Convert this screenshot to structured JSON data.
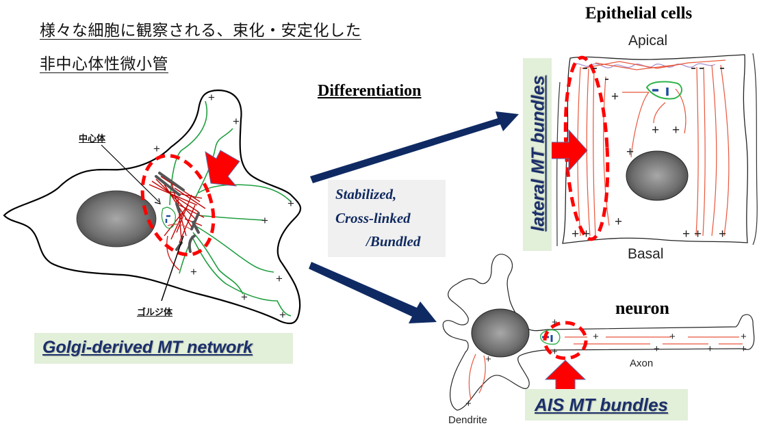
{
  "title": {
    "line1": "様々な細胞に観察される、束化・安定化した",
    "line2": "非中心体性微小管"
  },
  "left_cell": {
    "centrosome_label": "中心体",
    "golgi_label": "ゴルジ体",
    "network_label": "Golgi-derived MT network",
    "plus_sign": "+"
  },
  "middle": {
    "differentiation_label": "Differentiation",
    "process_lines": [
      "Stabilized,",
      "Cross-linked",
      "/Bundled"
    ]
  },
  "epithelial": {
    "title": "Epithelial cells",
    "apical_label": "Apical",
    "basal_label": "Basal",
    "bundle_label": "lateral MT bundles"
  },
  "neuron": {
    "title": "neuron",
    "axon_label": "Axon",
    "dendrite_label": "Dendrite",
    "bundle_label": "AIS MT bundles"
  },
  "colors": {
    "arrow_navy": "#0f2a63",
    "highlight_red": "#ff0000",
    "mt_green": "#1e9e3e",
    "mt_red": "#c00000",
    "mt_orange": "#e8553a",
    "box_green": "#e2efd9",
    "box_grey": "#f0f0f0"
  }
}
